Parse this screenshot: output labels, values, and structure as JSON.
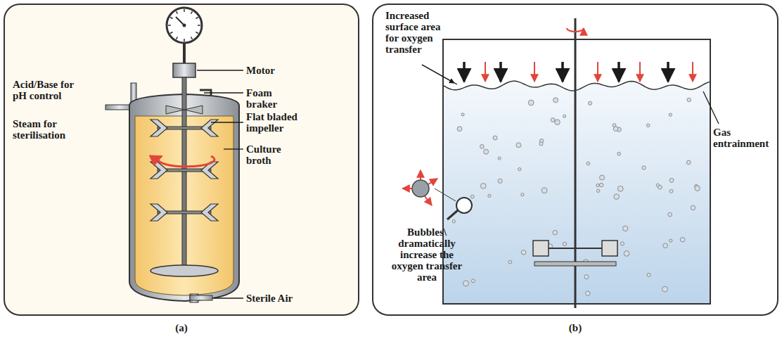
{
  "diagram": {
    "labels": [
      "Acid/Base for pH control",
      "Steam for sterilisation",
      "Motor",
      "Foam braker",
      "Flat bladed impeller",
      "Culture broth",
      "Sterile Air",
      "(a)",
      "Increased surface area for oxygen transfer",
      "Gas entrainment",
      "Bubbles\\ dramatically increase the oxygen transfer area",
      "(b)"
    ]
  }
}
